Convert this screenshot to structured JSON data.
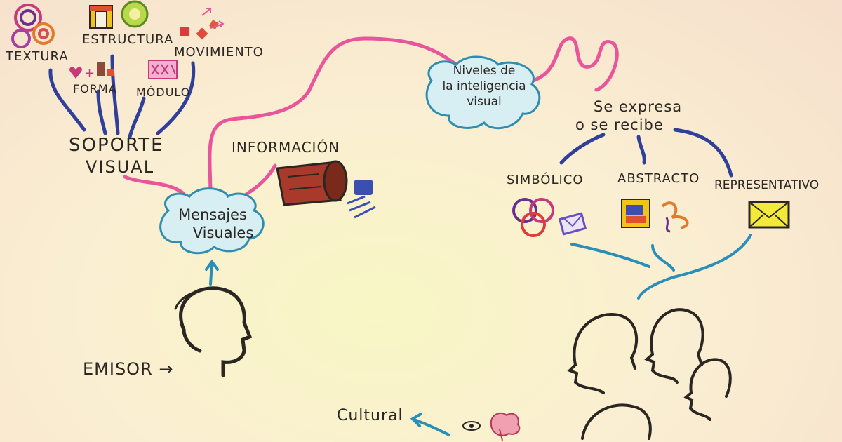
{
  "soporte": {
    "title_line1": "Soporte",
    "title_line2": "visual",
    "items": [
      "Textura",
      "Forma",
      "Estructura",
      "Módulo",
      "Movimiento"
    ]
  },
  "mensajes": {
    "line1": "Mensajes",
    "line2": "Visuales"
  },
  "informacion": "Información",
  "niveles": {
    "line1": "Niveles de",
    "line2": "la inteligencia",
    "line3": "visual"
  },
  "expresa": {
    "line1": "Se expresa",
    "line2": "o se recibe"
  },
  "levels": [
    "Simbólico",
    "Abstracto",
    "Representativo"
  ],
  "emisor": "Emisor →",
  "cultural": "Cultural",
  "colors": {
    "pink_line": "#e9559a",
    "blue_line": "#2f3f9a",
    "teal_line": "#2a8fb8",
    "cloud_outline": "#2f8db0",
    "cloud_fill": "#d7eef2",
    "ink": "#2b2622"
  }
}
